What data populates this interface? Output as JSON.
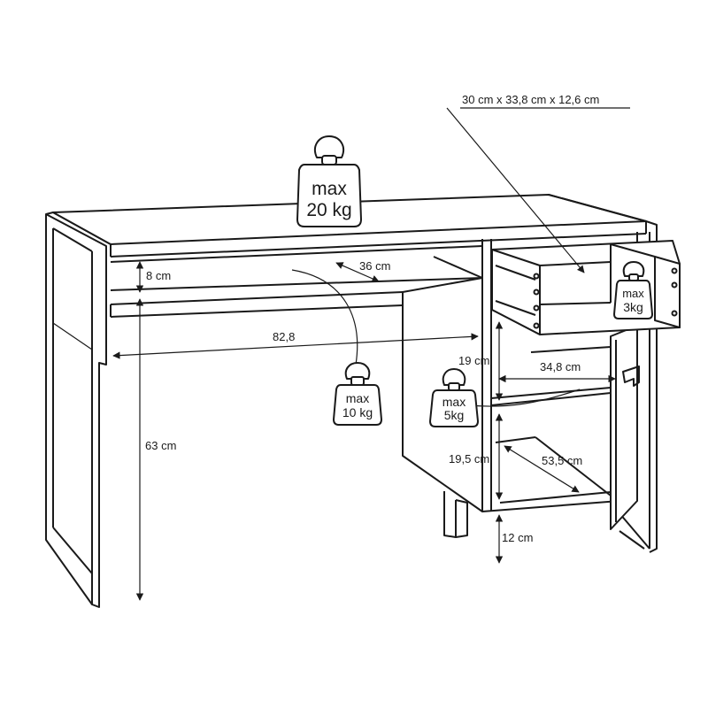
{
  "labels": {
    "drawer_size": "30 cm x 33,8 cm x 12,6 cm",
    "shelf_height": "8 cm",
    "shelf_depth": "36 cm",
    "knee_width": "82,8",
    "total_height": "63 cm",
    "compartment_height": "19 cm",
    "compartment_width": "34,8 cm",
    "lower_compartment_height": "19,5 cm",
    "lower_compartment_depth": "53,5 cm",
    "leg_height": "12 cm"
  },
  "weights": {
    "top": {
      "max": "max",
      "value": "20 kg"
    },
    "drawer": {
      "max": "max",
      "value": "3kg"
    },
    "shelf": {
      "max": "max",
      "value": "10 kg"
    },
    "compartment": {
      "max": "max",
      "value": "5kg"
    }
  }
}
